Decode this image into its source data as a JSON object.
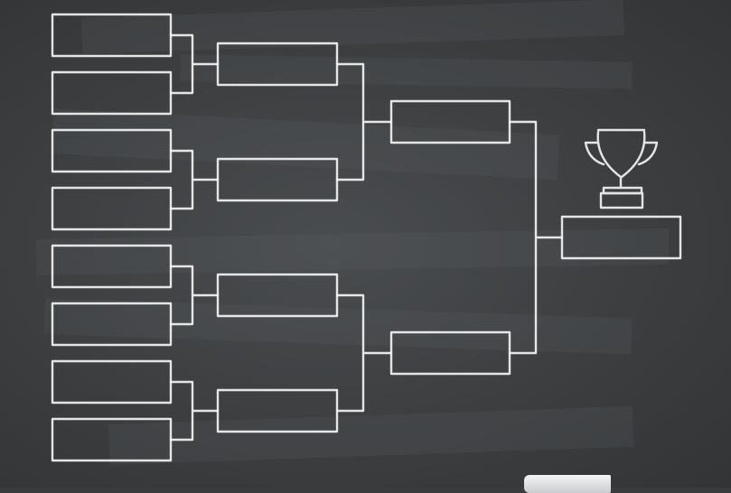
{
  "bracket": {
    "rounds": [
      8,
      4,
      2,
      1
    ],
    "has_trophy": true
  },
  "colors": {
    "board": "#3c3e40",
    "chalk": "#f2f2f2"
  }
}
